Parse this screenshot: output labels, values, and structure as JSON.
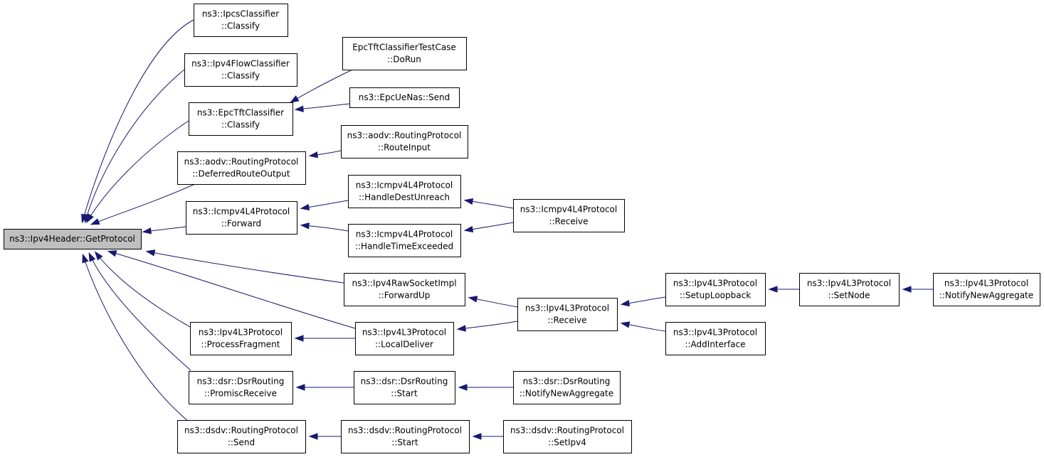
{
  "diagram": {
    "nodes": [
      {
        "id": "root",
        "lines": [
          "ns3::Ipv4Header::GetProtocol"
        ]
      },
      {
        "id": "ipcs",
        "lines": [
          "ns3::IpcsClassifier",
          "::Classify"
        ]
      },
      {
        "id": "flow",
        "lines": [
          "ns3::Ipv4FlowClassifier",
          "::Classify"
        ]
      },
      {
        "id": "epctft",
        "lines": [
          "ns3::EpcTftClassifier",
          "::Classify"
        ]
      },
      {
        "id": "epctest",
        "lines": [
          "EpcTftClassifierTestCase",
          "::DoRun"
        ]
      },
      {
        "id": "uenas",
        "lines": [
          "ns3::EpcUeNas::Send"
        ]
      },
      {
        "id": "aodvdef",
        "lines": [
          "ns3::aodv::RoutingProtocol",
          "::DeferredRouteOutput"
        ]
      },
      {
        "id": "aodvri",
        "lines": [
          "ns3::aodv::RoutingProtocol",
          "::RouteInput"
        ]
      },
      {
        "id": "icmpfwd",
        "lines": [
          "ns3::Icmpv4L4Protocol",
          "::Forward"
        ]
      },
      {
        "id": "icmphdu",
        "lines": [
          "ns3::Icmpv4L4Protocol",
          "::HandleDestUnreach"
        ]
      },
      {
        "id": "icmphte",
        "lines": [
          "ns3::Icmpv4L4Protocol",
          "::HandleTimeExceeded"
        ]
      },
      {
        "id": "icmprecv",
        "lines": [
          "ns3::Icmpv4L4Protocol",
          "::Receive"
        ]
      },
      {
        "id": "rawfwd",
        "lines": [
          "ns3::Ipv4RawSocketImpl",
          "::ForwardUp"
        ]
      },
      {
        "id": "l3recv",
        "lines": [
          "ns3::Ipv4L3Protocol",
          "::Receive"
        ]
      },
      {
        "id": "l3loop",
        "lines": [
          "ns3::Ipv4L3Protocol",
          "::SetupLoopback"
        ]
      },
      {
        "id": "l3setnode",
        "lines": [
          "ns3::Ipv4L3Protocol",
          "::SetNode"
        ]
      },
      {
        "id": "l3nna",
        "lines": [
          "ns3::Ipv4L3Protocol",
          "::NotifyNewAggregate"
        ]
      },
      {
        "id": "l3addif",
        "lines": [
          "ns3::Ipv4L3Protocol",
          "::AddInterface"
        ]
      },
      {
        "id": "l3frag",
        "lines": [
          "ns3::Ipv4L3Protocol",
          "::ProcessFragment"
        ]
      },
      {
        "id": "l3local",
        "lines": [
          "ns3::Ipv4L3Protocol",
          "::LocalDeliver"
        ]
      },
      {
        "id": "dsrprom",
        "lines": [
          "ns3::dsr::DsrRouting",
          "::PromiscReceive"
        ]
      },
      {
        "id": "dsrstart",
        "lines": [
          "ns3::dsr::DsrRouting",
          "::Start"
        ]
      },
      {
        "id": "dsrnna",
        "lines": [
          "ns3::dsr::DsrRouting",
          "::NotifyNewAggregate"
        ]
      },
      {
        "id": "dsdvsend",
        "lines": [
          "ns3::dsdv::RoutingProtocol",
          "::Send"
        ]
      },
      {
        "id": "dsdvstart",
        "lines": [
          "ns3::dsdv::RoutingProtocol",
          "::Start"
        ]
      },
      {
        "id": "dsdvipv4",
        "lines": [
          "ns3::dsdv::RoutingProtocol",
          "::SetIpv4"
        ]
      }
    ],
    "edges": [
      {
        "from": "ipcs",
        "to": "root"
      },
      {
        "from": "flow",
        "to": "root"
      },
      {
        "from": "epctft",
        "to": "root"
      },
      {
        "from": "aodvdef",
        "to": "root"
      },
      {
        "from": "icmpfwd",
        "to": "root"
      },
      {
        "from": "rawfwd",
        "to": "root"
      },
      {
        "from": "l3local",
        "to": "root"
      },
      {
        "from": "l3frag",
        "to": "root"
      },
      {
        "from": "dsrprom",
        "to": "root"
      },
      {
        "from": "dsdvsend",
        "to": "root"
      },
      {
        "from": "epctest",
        "to": "epctft"
      },
      {
        "from": "uenas",
        "to": "epctft"
      },
      {
        "from": "aodvri",
        "to": "aodvdef"
      },
      {
        "from": "icmphdu",
        "to": "icmpfwd"
      },
      {
        "from": "icmphte",
        "to": "icmpfwd"
      },
      {
        "from": "icmprecv",
        "to": "icmphdu"
      },
      {
        "from": "icmprecv",
        "to": "icmphte"
      },
      {
        "from": "l3recv",
        "to": "rawfwd"
      },
      {
        "from": "l3recv",
        "to": "l3local"
      },
      {
        "from": "l3local",
        "to": "l3frag"
      },
      {
        "from": "l3loop",
        "to": "l3recv"
      },
      {
        "from": "l3addif",
        "to": "l3recv"
      },
      {
        "from": "l3setnode",
        "to": "l3loop"
      },
      {
        "from": "l3nna",
        "to": "l3setnode"
      },
      {
        "from": "dsrstart",
        "to": "dsrprom"
      },
      {
        "from": "dsrnna",
        "to": "dsrstart"
      },
      {
        "from": "dsdvstart",
        "to": "dsdvsend"
      },
      {
        "from": "dsdvipv4",
        "to": "dsdvstart"
      }
    ]
  },
  "colors": {
    "edge": "#191970",
    "root_fill": "#bfbfbf",
    "node_fill": "#ffffff",
    "node_border": "#000000"
  }
}
